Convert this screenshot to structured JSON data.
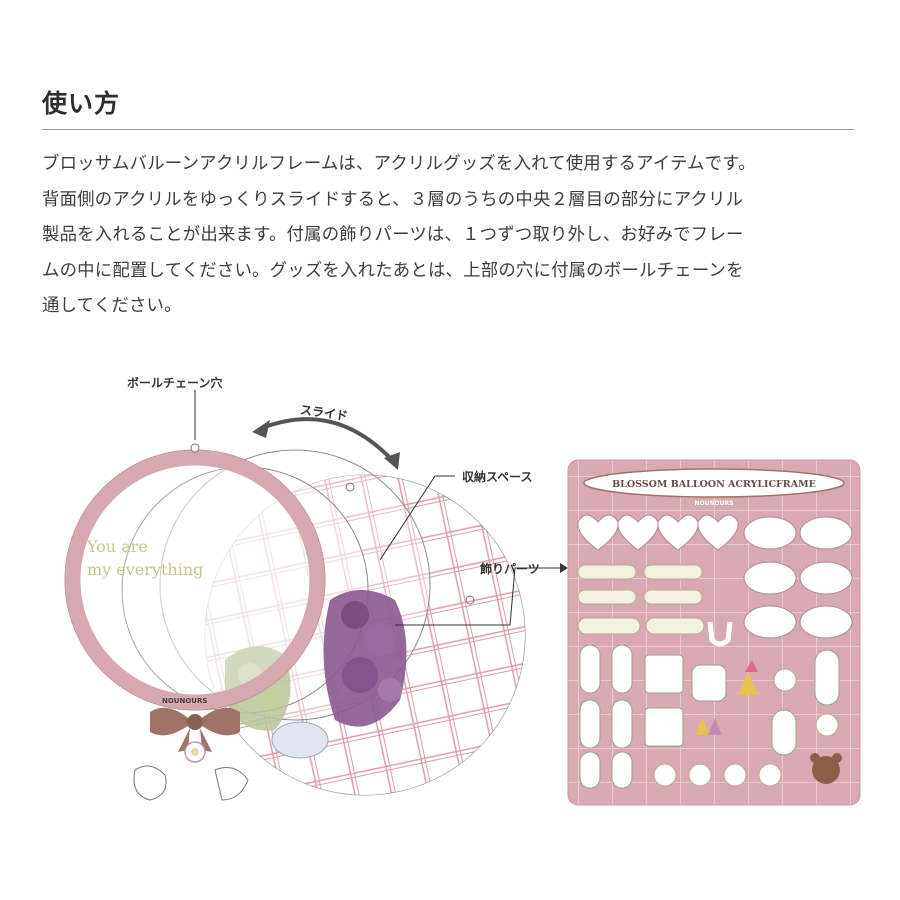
{
  "section": {
    "title": "使い方",
    "paragraph_lines": [
      "ブロッサムバルーンアクリルフレームは、アクリルグッズを入れて使用するアイテムです。",
      "背面側のアクリルをゆっくりスライドすると、３層のうちの中央２層目の部分にアクリル",
      "製品を入れることが出来ます。付属の飾りパーツは、１つずつ取り外し、お好みでフレー",
      "ムの中に配置してください。グッズを入れたあとは、上部の穴に付属のボールチェーンを",
      "通してください。"
    ]
  },
  "diagram": {
    "labels": {
      "ball_chain_hole": "ボールチェーン穴",
      "slide": "スライド",
      "storage_space": "収納スペース",
      "decor_parts": "飾りパーツ"
    },
    "frame_text": {
      "line1": "You are",
      "line2": "my everything",
      "brand": "NOUNOURS"
    },
    "sheet": {
      "title": "BLOSSOM BALLOON ACRYLICFRAME",
      "brand": "NOUNOURS"
    }
  },
  "colors": {
    "frame_pink": "#d6a9b0",
    "sheet_pink": "#d9a9b3",
    "bow_brown": "#9e7468",
    "flower_purple": "#8a5a8f"
  }
}
